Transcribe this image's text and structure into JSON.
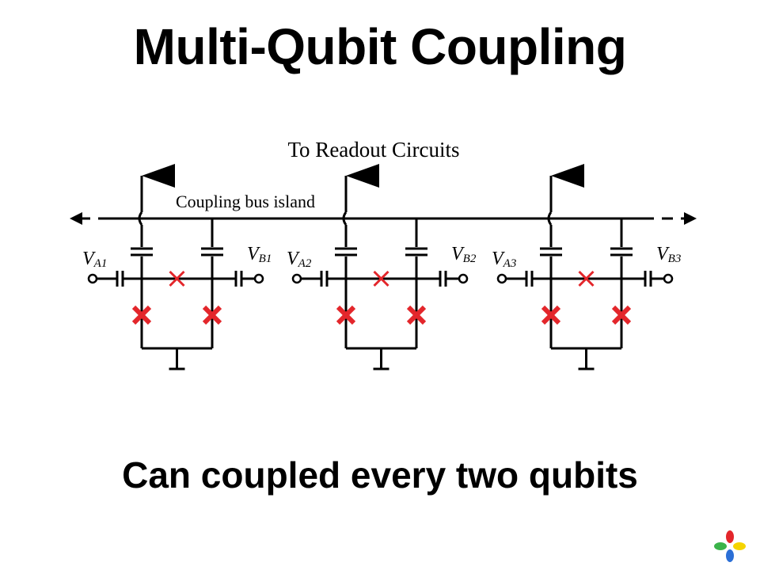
{
  "slide": {
    "title": "Multi-Qubit Coupling",
    "caption": "Can coupled every two qubits"
  },
  "diagram": {
    "top_label": "To Readout Circuits",
    "bus_label": "Coupling bus island",
    "cells": [
      {
        "va_main": "V",
        "va_sub": "A1",
        "vb_main": "V",
        "vb_sub": "B1"
      },
      {
        "va_main": "V",
        "va_sub": "A2",
        "vb_main": "V",
        "vb_sub": "B2"
      },
      {
        "va_main": "V",
        "va_sub": "A3",
        "vb_main": "V",
        "vb_sub": "B3"
      }
    ]
  },
  "colors": {
    "wire": "#000000",
    "junction": "#e3262b",
    "logo": [
      "#e3262b",
      "#f5d400",
      "#2b6fd6",
      "#3bb34a"
    ]
  },
  "icons": {
    "logo": "four-petal-logo-icon"
  }
}
